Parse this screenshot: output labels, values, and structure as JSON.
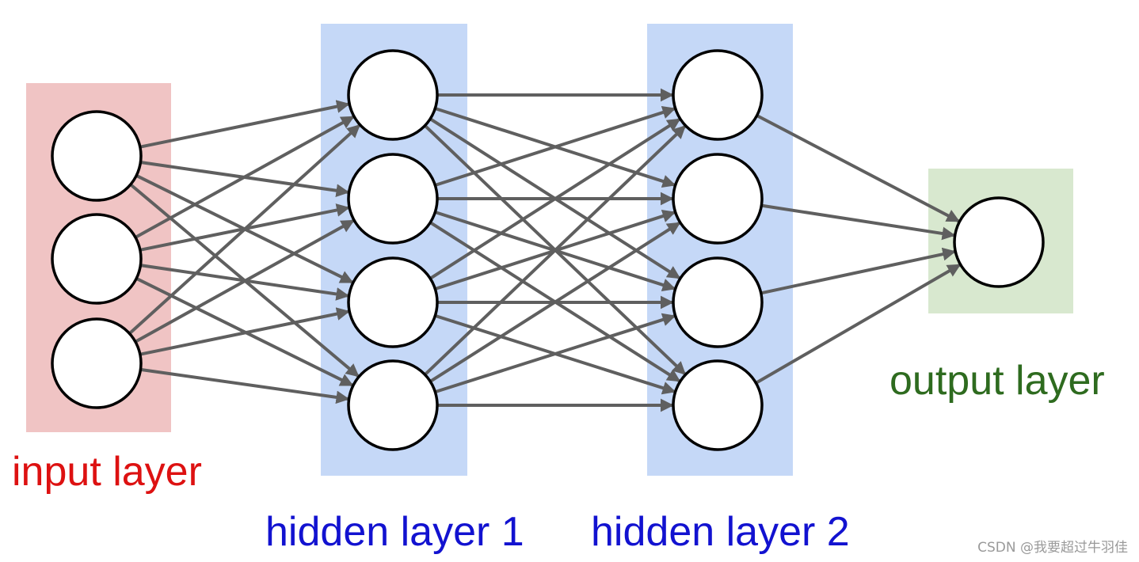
{
  "labels": {
    "input": "input layer",
    "hidden1": "hidden layer 1",
    "hidden2": "hidden layer 2",
    "output": "output layer"
  },
  "watermark": "CSDN @我要超过牛羽佳",
  "network": {
    "layers": [
      {
        "id": "input",
        "nodes": 3
      },
      {
        "id": "hidden1",
        "nodes": 4
      },
      {
        "id": "hidden2",
        "nodes": 4
      },
      {
        "id": "output",
        "nodes": 1
      }
    ],
    "connectivity": "fully-connected"
  },
  "colors": {
    "input_band": "#f0c4c4",
    "hidden_band": "#c5d8f7",
    "output_band": "#d8e8cf",
    "input_text": "#dd1111",
    "hidden_text": "#1212d0",
    "output_text": "#2e6b1f",
    "edge": "#5f5f5f",
    "node_fill": "#ffffff",
    "node_stroke": "#000000"
  }
}
